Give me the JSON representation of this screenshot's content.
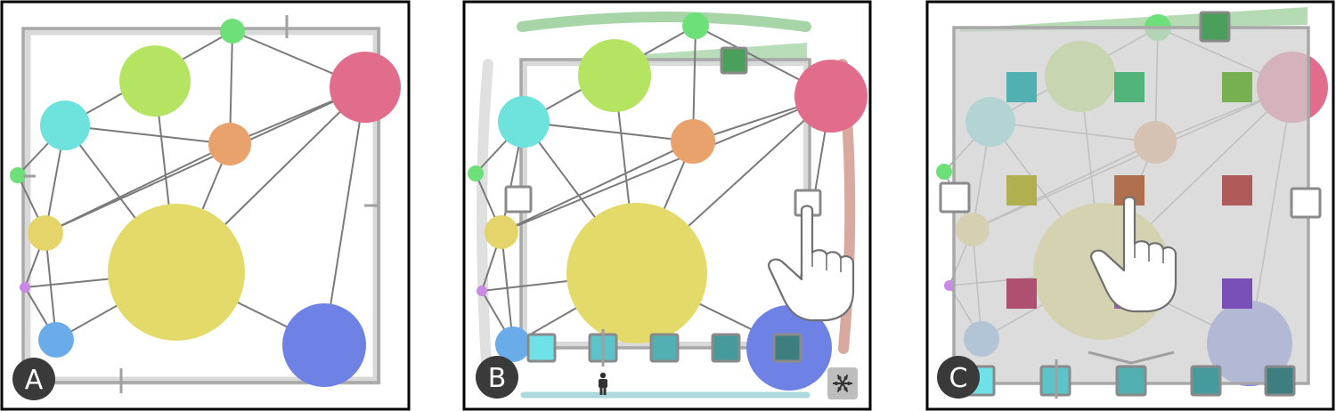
{
  "colors": {
    "frame": "#000000",
    "edge": "#7a7a7a",
    "border_track": "#d9d9d9",
    "border_inner": "#a8a8a8",
    "handle_fill": "#ffffff",
    "handle_stroke": "#8a8a8a",
    "label_badge": "#3a3a3a",
    "label_text": "#ffffff",
    "top_bar": "#a8d5a8",
    "right_bar": "#d9a89e",
    "left_bar": "#e0e0e0",
    "bottom_bar": "#aed9dc",
    "overlay": "#cfcfcf"
  },
  "nodes": [
    {
      "id": "n-green-small",
      "color": "#6ee07a"
    },
    {
      "id": "n-lime",
      "color": "#b4e462"
    },
    {
      "id": "n-pink",
      "color": "#e26c8c"
    },
    {
      "id": "n-cyan",
      "color": "#6ee2dc"
    },
    {
      "id": "n-orange",
      "color": "#eaa26c"
    },
    {
      "id": "n-green-tiny",
      "color": "#6ee07a"
    },
    {
      "id": "n-yellow-small",
      "color": "#e4d46a"
    },
    {
      "id": "n-yellow-big",
      "color": "#e4da6a"
    },
    {
      "id": "n-violet",
      "color": "#c88ae2"
    },
    {
      "id": "n-blue",
      "color": "#6aacea"
    },
    {
      "id": "n-indigo",
      "color": "#6e82e6"
    }
  ],
  "panels": [
    {
      "label": "A"
    },
    {
      "label": "B"
    },
    {
      "label": "C"
    }
  ],
  "panel_b": {
    "bottom_squares": [
      "#6ee2e6",
      "#5cc4c8",
      "#52b0b2",
      "#469a9c",
      "#3e7e80"
    ],
    "top_square": "#4aa05a",
    "person_icon": "person-icon",
    "freeze_icon": "snowflake-icon"
  },
  "panel_c": {
    "grid_squares": [
      "#52b0b2",
      "#52b47a",
      "#76b050",
      "#b0b050",
      "#b07050",
      "#b05a5a",
      "#b05070",
      "#9a5abf",
      "#7a50b8"
    ],
    "bottom_squares": [
      "#6ee2e6",
      "#5cc4c8",
      "#52b0b2",
      "#469a9c",
      "#3e7e80"
    ],
    "top_square": "#4aa05a"
  }
}
